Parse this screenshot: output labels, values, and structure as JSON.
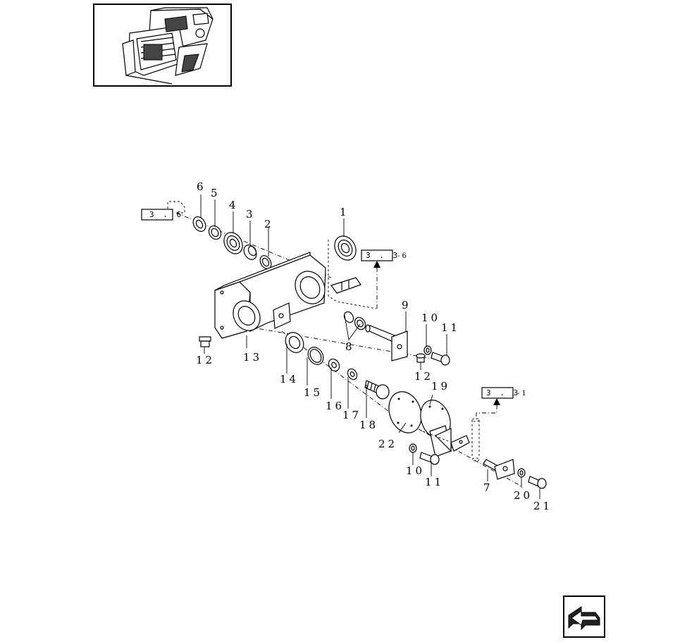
{
  "callouts": [
    {
      "id": "c6a",
      "label": "6"
    },
    {
      "id": "c5",
      "label": "5"
    },
    {
      "id": "c4",
      "label": "4"
    },
    {
      "id": "c3",
      "label": "3"
    },
    {
      "id": "c2",
      "label": "2"
    },
    {
      "id": "c1",
      "label": "1"
    },
    {
      "id": "c9",
      "label": "9"
    },
    {
      "id": "c10a",
      "label": "10"
    },
    {
      "id": "c11a",
      "label": "11"
    },
    {
      "id": "c8",
      "label": "8"
    },
    {
      "id": "c12a",
      "label": "12"
    },
    {
      "id": "c13",
      "label": "13"
    },
    {
      "id": "c12b",
      "label": "12"
    },
    {
      "id": "c14",
      "label": "14"
    },
    {
      "id": "c15",
      "label": "15"
    },
    {
      "id": "c16",
      "label": "16"
    },
    {
      "id": "c17",
      "label": "17"
    },
    {
      "id": "c18",
      "label": "18"
    },
    {
      "id": "c19",
      "label": "19"
    },
    {
      "id": "c22",
      "label": "22"
    },
    {
      "id": "c10b",
      "label": "10"
    },
    {
      "id": "c11b",
      "label": "11"
    },
    {
      "id": "c7",
      "label": "7"
    },
    {
      "id": "c20",
      "label": "20"
    },
    {
      "id": "c21",
      "label": "21"
    }
  ],
  "references": {
    "left": {
      "text": "3 . 6",
      "suffix": ""
    },
    "top": {
      "text": "3 . 3",
      "suffix": "- 6"
    },
    "bottom": {
      "text": "3 . 3",
      "suffix": "- 1"
    }
  },
  "icons": {
    "thumbnail": "machine-overview-thumbnail",
    "nav": "next-page-arrow-icon"
  }
}
